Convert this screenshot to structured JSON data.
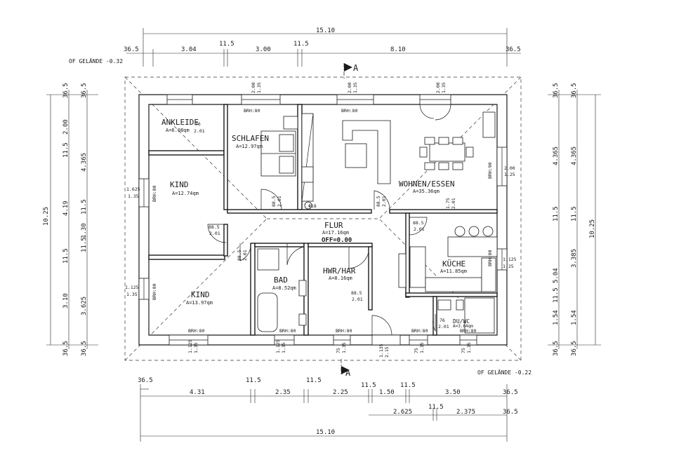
{
  "rooms": {
    "ankleide": {
      "name": "ANKLEIDE",
      "area": "A=6.08qm"
    },
    "schlafen": {
      "name": "SCHLAFEN",
      "area": "A=12.97qm"
    },
    "wohnen": {
      "name": "WOHNEN/ESSEN",
      "area": "A=35.36qm"
    },
    "kind1": {
      "name": "KIND",
      "area": "A=12.74qm"
    },
    "flur": {
      "name": "FLUR",
      "area": "A=17.16qm",
      "level": "OFF=0.00"
    },
    "kueche": {
      "name": "KÜCHE",
      "area": "A=11.85qm"
    },
    "kind2": {
      "name": "KIND",
      "area": "A=13.97qm"
    },
    "bad": {
      "name": "BAD",
      "area": "A=8.52qm"
    },
    "hwr": {
      "name": "HWR/HAR",
      "area": "A=8.16qm"
    },
    "duwc": {
      "name": "DU/WC",
      "area": "A=3.64qm"
    }
  },
  "section_marks": {
    "top": "A",
    "bottom": "A"
  },
  "levels": {
    "top_left": "OF GELÄNDE -0.32",
    "bottom_right": "OF GELÄNDE -0.22"
  },
  "dims_top": {
    "overall": "15.10",
    "chain": [
      "36.5",
      "3.04",
      "11.5",
      "3.00",
      "11.5",
      "8.10",
      "36.5"
    ]
  },
  "dims_bottom": {
    "row1": [
      "36.5",
      "11.5",
      "11.5"
    ],
    "row2": [
      "4.31",
      "2.35",
      "2.25",
      "11.5",
      "1.50",
      "11.5",
      "3.50",
      "36.5"
    ],
    "row3": [
      "11.5",
      "2.625",
      "2.375",
      "36.5"
    ],
    "overall": "15.10"
  },
  "dims_left": {
    "overall": "10.25",
    "outer_chain": [
      "36.5",
      "11.5",
      "4.19",
      "11.5",
      "3.10",
      "36.5"
    ],
    "inner_chain": [
      "36.5",
      "2.00",
      "4.365",
      "11.5",
      "1.30",
      "11.5",
      "3.625",
      "36.5"
    ]
  },
  "dims_right": {
    "overall": "10.25",
    "outer_chain": [
      "36.5",
      "4.365",
      "11.5",
      "5.04",
      "11.5",
      "1.54",
      "36.5"
    ],
    "inner_chain": [
      "36.5",
      "4.365",
      "11.5",
      "3.385",
      "1.54",
      "36.5"
    ]
  },
  "openings": {
    "win_ankleide": [
      "76",
      "2.01"
    ],
    "win_schlafen_top": [
      "2.00",
      "1.35"
    ],
    "win_wohnen_top1": [
      "2.00",
      "1.35"
    ],
    "win_wohnen_top2": [
      "2.00",
      "1.35"
    ],
    "win_wohnen_right": [
      "2.00",
      "1.25"
    ],
    "win_kind1": [
      "1.625",
      "1.35"
    ],
    "win_kind2": [
      "1.125",
      "1.35"
    ],
    "win_kueche": [
      "1.125",
      "1.25"
    ],
    "door_schlafen": [
      "88.5",
      "2.01"
    ],
    "door_wohnen": [
      "88.5",
      "2.01"
    ],
    "door_kueche_top": [
      "1.75",
      "2.01"
    ],
    "door_kueche": [
      "88.5",
      "2.01"
    ],
    "door_kind1": [
      "88.5",
      "2.01"
    ],
    "door_bad": [
      "88.5",
      "2.01"
    ],
    "door_hwr": [
      "88.5",
      "2.01"
    ],
    "door_duwc": [
      "76",
      "2.01"
    ],
    "bottom_1": [
      "1.125",
      "1.35"
    ],
    "bottom_2": [
      "1.125",
      "1.35"
    ],
    "bottom_3": [
      "75",
      "1.35"
    ],
    "bottom_4": [
      "1.135",
      "2.15"
    ],
    "bottom_5": [
      "75",
      "1.35"
    ],
    "bottom_6": [
      "75",
      "1.35"
    ],
    "brh": "BRH:80",
    "brh90": "BRH:90",
    "schornstein": "Φ18"
  }
}
